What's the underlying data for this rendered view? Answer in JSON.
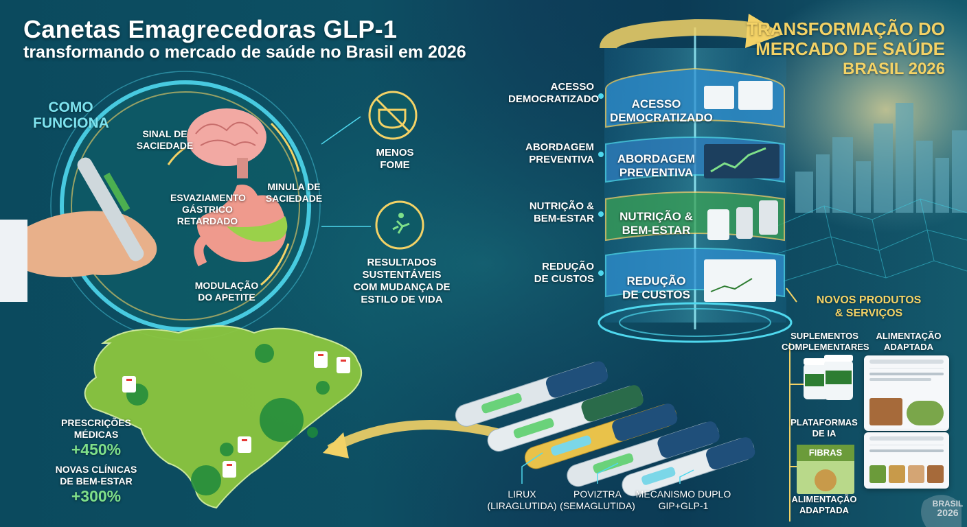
{
  "title": "Canetas Emagrecedoras GLP-1",
  "subtitle": "transformando o mercado de saúde no Brasil em 2026",
  "right_title": [
    "TRANSFORMAÇÃO DO",
    "MERCADO DE SAÚDE",
    "BRASIL 2026"
  ],
  "como_funciona": [
    "COMO",
    "FUNCIONA"
  ],
  "mechanism": {
    "sinal": [
      "SINAL DE",
      "SACIEDADE"
    ],
    "esvaziamento": [
      "ESVAZIAMENTO",
      "GÁSTRICO",
      "RETARDADO"
    ],
    "minula": [
      "MINULA DE",
      "SACIEDADE"
    ],
    "modulacao": [
      "MODULAÇÃO",
      "DO APETITE"
    ]
  },
  "benefits": {
    "menos_fome": [
      "MENOS",
      "FOME"
    ],
    "resultados": [
      "RESULTADOS",
      "SUSTENTÁVEIS",
      "COM MUDANÇA DE",
      "ESTILO DE VIDA"
    ]
  },
  "stats": [
    {
      "label": [
        "PRESCRIÇÕES",
        "MÉDICAS"
      ],
      "value": "+450%"
    },
    {
      "label": [
        "NOVAS CLÍNICAS",
        "DE BEM-ESTAR"
      ],
      "value": "+300%"
    }
  ],
  "pillars_left": [
    [
      "ACESSO",
      "DEMOCRATIZADO"
    ],
    [
      "ABORDAGEM",
      "PREVENTIVA"
    ],
    [
      "NUTRIÇÃO &",
      "BEM-ESTAR"
    ],
    [
      "REDUÇÃO",
      "DE CUSTOS"
    ]
  ],
  "bands": [
    [
      "ACESSO",
      "DEMOCRATIZADO"
    ],
    [
      "ABORDAGEM",
      "PREVENTIVA"
    ],
    [
      "NUTRIÇÃO &",
      "BEM-ESTAR"
    ],
    [
      "REDUÇÃO",
      "DE CUSTOS"
    ]
  ],
  "pens": [
    {
      "name": "LIRUX",
      "sub": "(LIRAGLUTIDA)"
    },
    {
      "name": "POVIZTRA",
      "sub": "(SEMAGLUTIDA)"
    },
    {
      "name": "MECANISMO DUPLO",
      "sub": "GIP+GLP-1"
    }
  ],
  "novos": [
    "NOVOS PRODUTOS",
    "& SERVIÇOS"
  ],
  "products": {
    "suplementos": [
      "SUPLEMENTOS",
      "COMPLEMENTARES"
    ],
    "alimentacao_top": [
      "ALIMENTAÇÃO",
      "ADAPTADA"
    ],
    "plataformas": [
      "PLATAFORMAS",
      "DE IA"
    ],
    "alimentacao_bottom": [
      "ALIMENTAÇÃO",
      "ADAPTADA"
    ],
    "fibras": "FIBRAS"
  },
  "badge": [
    "BRASIL",
    "2026"
  ],
  "colors": {
    "accent_yellow": "#f3d266",
    "accent_green": "#7fe08a",
    "accent_cyan": "#4fd8ee"
  }
}
